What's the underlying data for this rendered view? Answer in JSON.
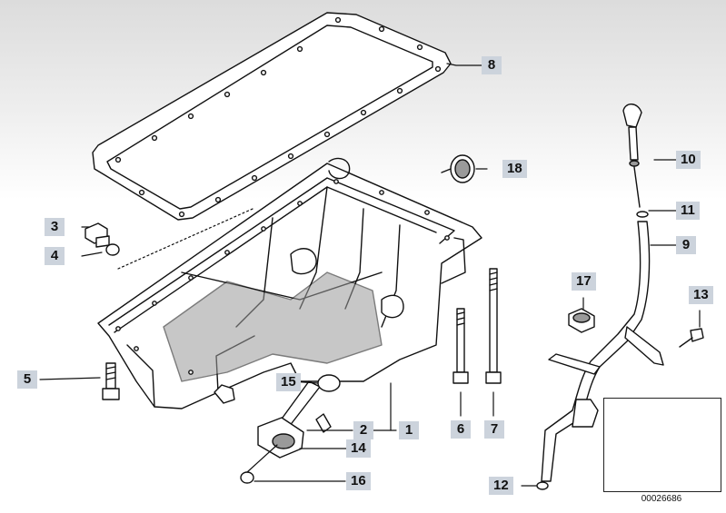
{
  "callouts": {
    "c1": "1",
    "c2": "2",
    "c3": "3",
    "c4": "4",
    "c5": "5",
    "c6": "6",
    "c7": "7",
    "c8": "8",
    "c9": "9",
    "c10": "10",
    "c11": "11",
    "c12": "12",
    "c13": "13",
    "c14": "14",
    "c15": "15",
    "c16": "16",
    "c17": "17",
    "c18": "18"
  },
  "inset": {
    "catalog_number": "00026686"
  },
  "colors": {
    "callout_bg": "#ccd3dc",
    "line": "#111111",
    "part_fill": "#ffffff",
    "shade": "#9a9a9a",
    "inset_marker": "#000000"
  }
}
